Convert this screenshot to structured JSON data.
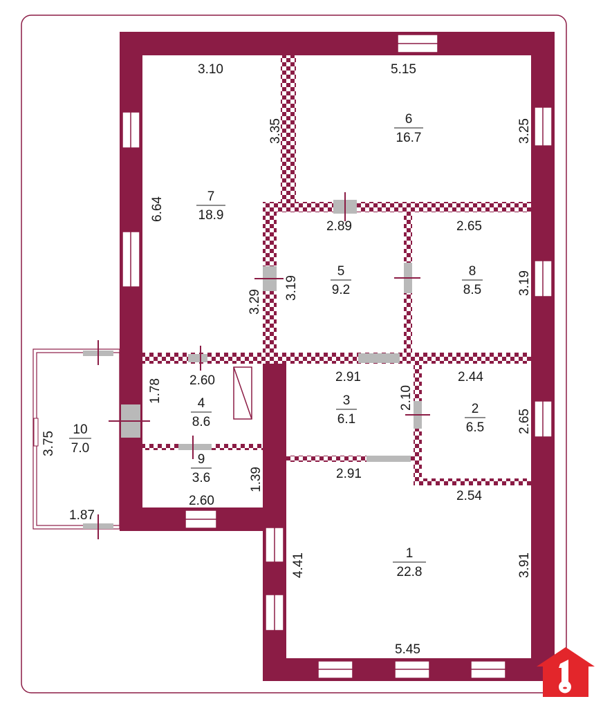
{
  "colors": {
    "wall": "#8b1c45",
    "door": "#b9b9b9",
    "logo": "#e3262b"
  },
  "rooms": [
    {
      "number": "1",
      "area": "22.8"
    },
    {
      "number": "2",
      "area": "6.5"
    },
    {
      "number": "3",
      "area": "6.1"
    },
    {
      "number": "4",
      "area": "8.6"
    },
    {
      "number": "5",
      "area": "9.2"
    },
    {
      "number": "6",
      "area": "16.7"
    },
    {
      "number": "7",
      "area": "18.9"
    },
    {
      "number": "8",
      "area": "8.5"
    },
    {
      "number": "9",
      "area": "3.6"
    },
    {
      "number": "10",
      "area": "7.0"
    }
  ],
  "dimensions": [
    "3.10",
    "5.15",
    "3.35",
    "3.25",
    "6.64",
    "2.89",
    "2.65",
    "3.29",
    "3.19",
    "3.19",
    "1.78",
    "2.60",
    "2.91",
    "2.44",
    "2.10",
    "2.65",
    "3.75",
    "1.39",
    "2.91",
    "2.54",
    "2.60",
    "1.87",
    "4.41",
    "3.91",
    "5.45"
  ],
  "logo": {
    "text": "1"
  }
}
